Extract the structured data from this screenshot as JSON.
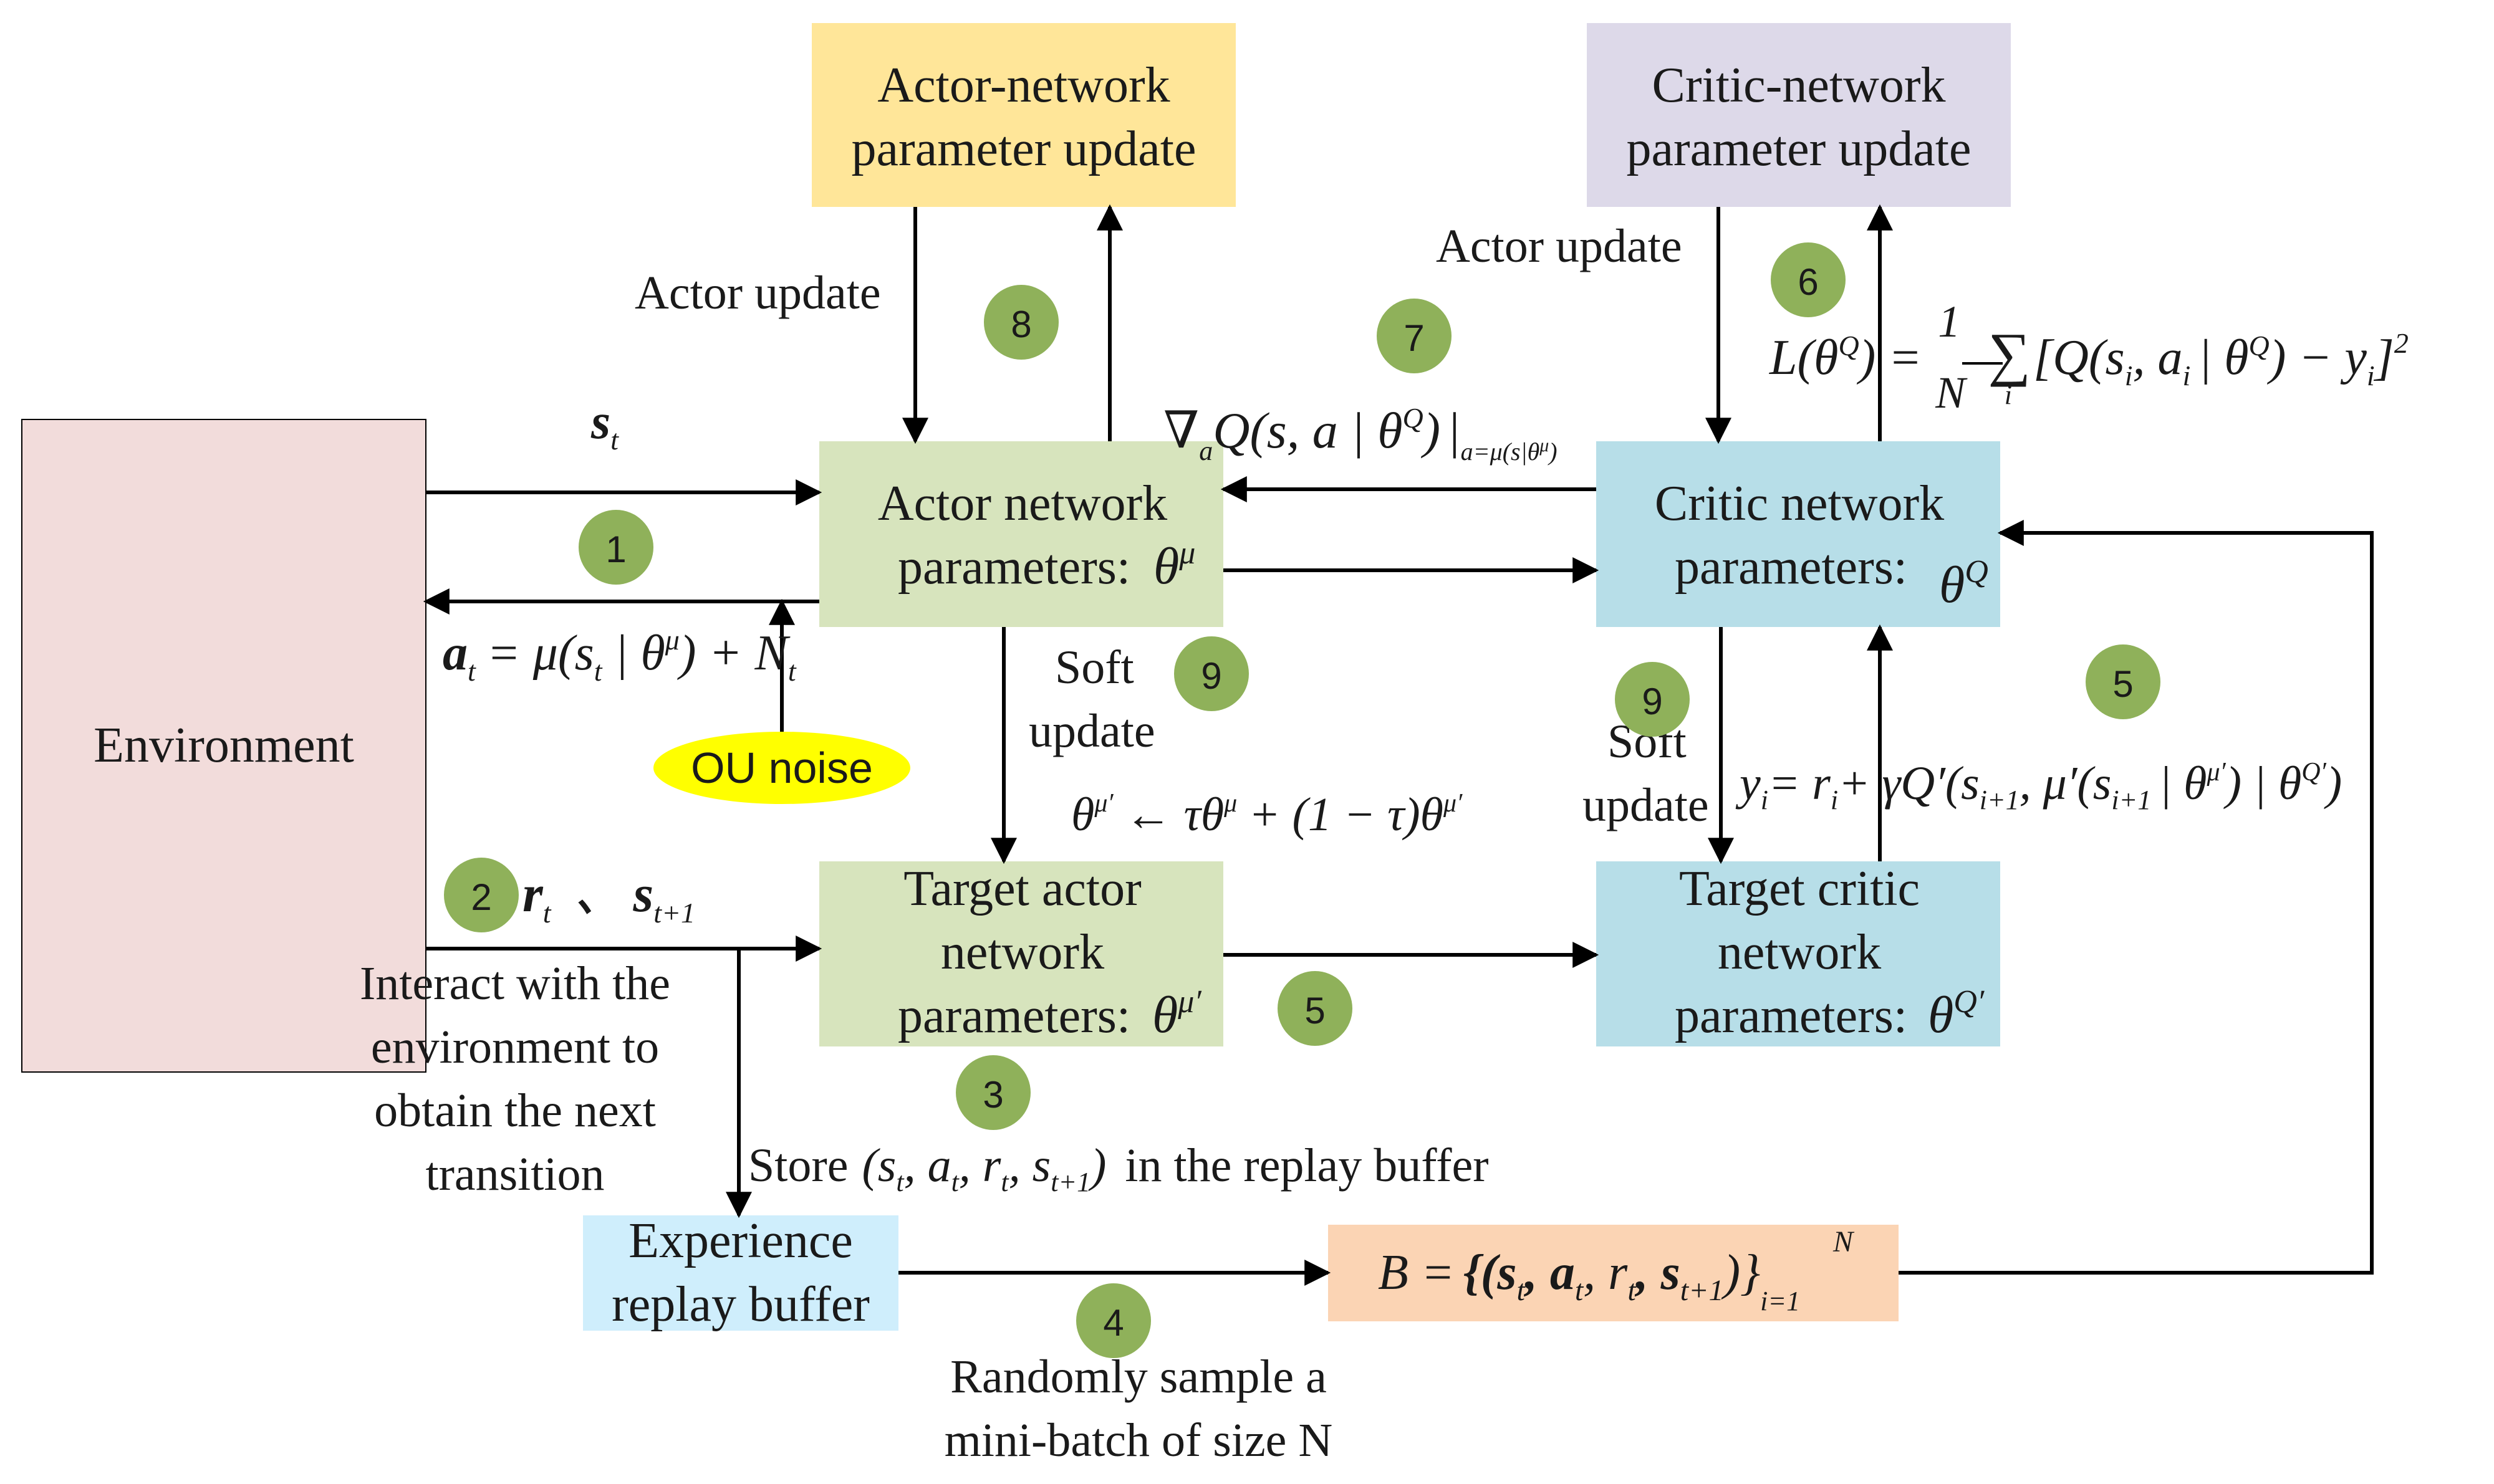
{
  "colors": {
    "environment": "#f2dcdb",
    "actor_update_box": "#ffe699",
    "critic_update_box": "#ddd9e9",
    "actor_network": "#d7e4bd",
    "critic_network": "#b7dee8",
    "replay_buffer": "#cfeefc",
    "batch": "#fbd4b4",
    "ou_noise": "#ffff00",
    "step_circle": "#8fb15a",
    "line": "#000000"
  },
  "boxes": {
    "environment": "Environment",
    "actor_update_line1": "Actor-network",
    "actor_update_line2": "parameter update",
    "critic_update_line1": "Critic-network",
    "critic_update_line2": "parameter update",
    "actor_net_line1": "Actor network",
    "actor_net_line2": "parameters:",
    "critic_net_line1": "Critic network",
    "critic_net_line2": "parameters:",
    "target_actor_line1": "Target actor",
    "target_actor_line2": "network",
    "target_actor_line3": "parameters:",
    "target_critic_line1": "Target critic",
    "target_critic_line2": "network",
    "target_critic_line3": "parameters:",
    "replay_line1": "Experience",
    "replay_line2": "replay buffer",
    "ou_noise": "OU noise"
  },
  "labels": {
    "actor_update_left": "Actor update",
    "actor_update_right": "Actor update",
    "soft_update_left_1": "Soft",
    "soft_update_left_2": "update",
    "soft_update_right_1": "Soft",
    "soft_update_right_2": "update",
    "interact_1": "Interact with the",
    "interact_2": "environment to",
    "interact_3": "obtain the next",
    "interact_4": "transition",
    "store_prefix": "Store",
    "store_suffix": "in the replay buffer",
    "sample_1": "Randomly sample a",
    "sample_2": "mini-batch of size N"
  },
  "steps": [
    "1",
    "2",
    "3",
    "4",
    "5",
    "5",
    "6",
    "7",
    "8",
    "9",
    "9"
  ],
  "formulas": {
    "theta_mu": "θ",
    "theta_mu_sup": "μ",
    "theta_q": "θ",
    "theta_q_sup": "Q",
    "theta_mu_prime_sup": "μ′",
    "theta_q_prime_sup": "Q′",
    "s_t": "s",
    "s_t_sub": "t",
    "action": "a",
    "action_sub": "t",
    "action_rhs": "= μ(s",
    "action_rhs_2": " | θ",
    "action_rhs_3": ") + N",
    "r_t": "r",
    "r_sep": "、",
    "s_next": "s",
    "s_next_sub": "t+1",
    "grad_main": "∇",
    "grad_sub": "a",
    "grad_rest": "Q(s, a | θ",
    "grad_rest_2": ")",
    "grad_eval": "|",
    "grad_eval_sub": "a=μ(s|θ",
    "grad_eval_sub_2": ")",
    "loss_lhs": "L(θ",
    "loss_mid": ") =",
    "loss_frac_num": "1",
    "loss_frac_den": "N",
    "loss_sum": "∑",
    "loss_sum_sub": "i",
    "loss_body": "[Q(s",
    "loss_body_2": ", a",
    "loss_body_3": "| θ",
    "loss_body_4": ") − y",
    "loss_body_5": "]",
    "loss_sq": "2",
    "soft_left_formula": "θ",
    "soft_left_formula_2": "← τθ",
    "soft_left_formula_3": "+ (1 − τ)θ",
    "y_target": "y",
    "y_target_2": "= r",
    "y_target_3": "+ γQ′(s",
    "y_target_4": ", μ′(s",
    "y_target_5": "| θ",
    "y_target_6": ") | θ",
    "y_target_7": ")",
    "store_tuple": "(s",
    "store_tuple_2": ", a",
    "store_tuple_3": ", r",
    "store_tuple_4": ", s",
    "store_tuple_5": ")",
    "batch_lhs": "B =",
    "batch_set": "{(s",
    "batch_set_2": ", a",
    "batch_set_3": ", r",
    "batch_set_4": ", s",
    "batch_set_5": ")}",
    "batch_sup": "N",
    "batch_sub": "i=1",
    "sub_i": "i",
    "sub_i1": "i+1",
    "sub_t": "t",
    "sub_t1": "t+1"
  }
}
